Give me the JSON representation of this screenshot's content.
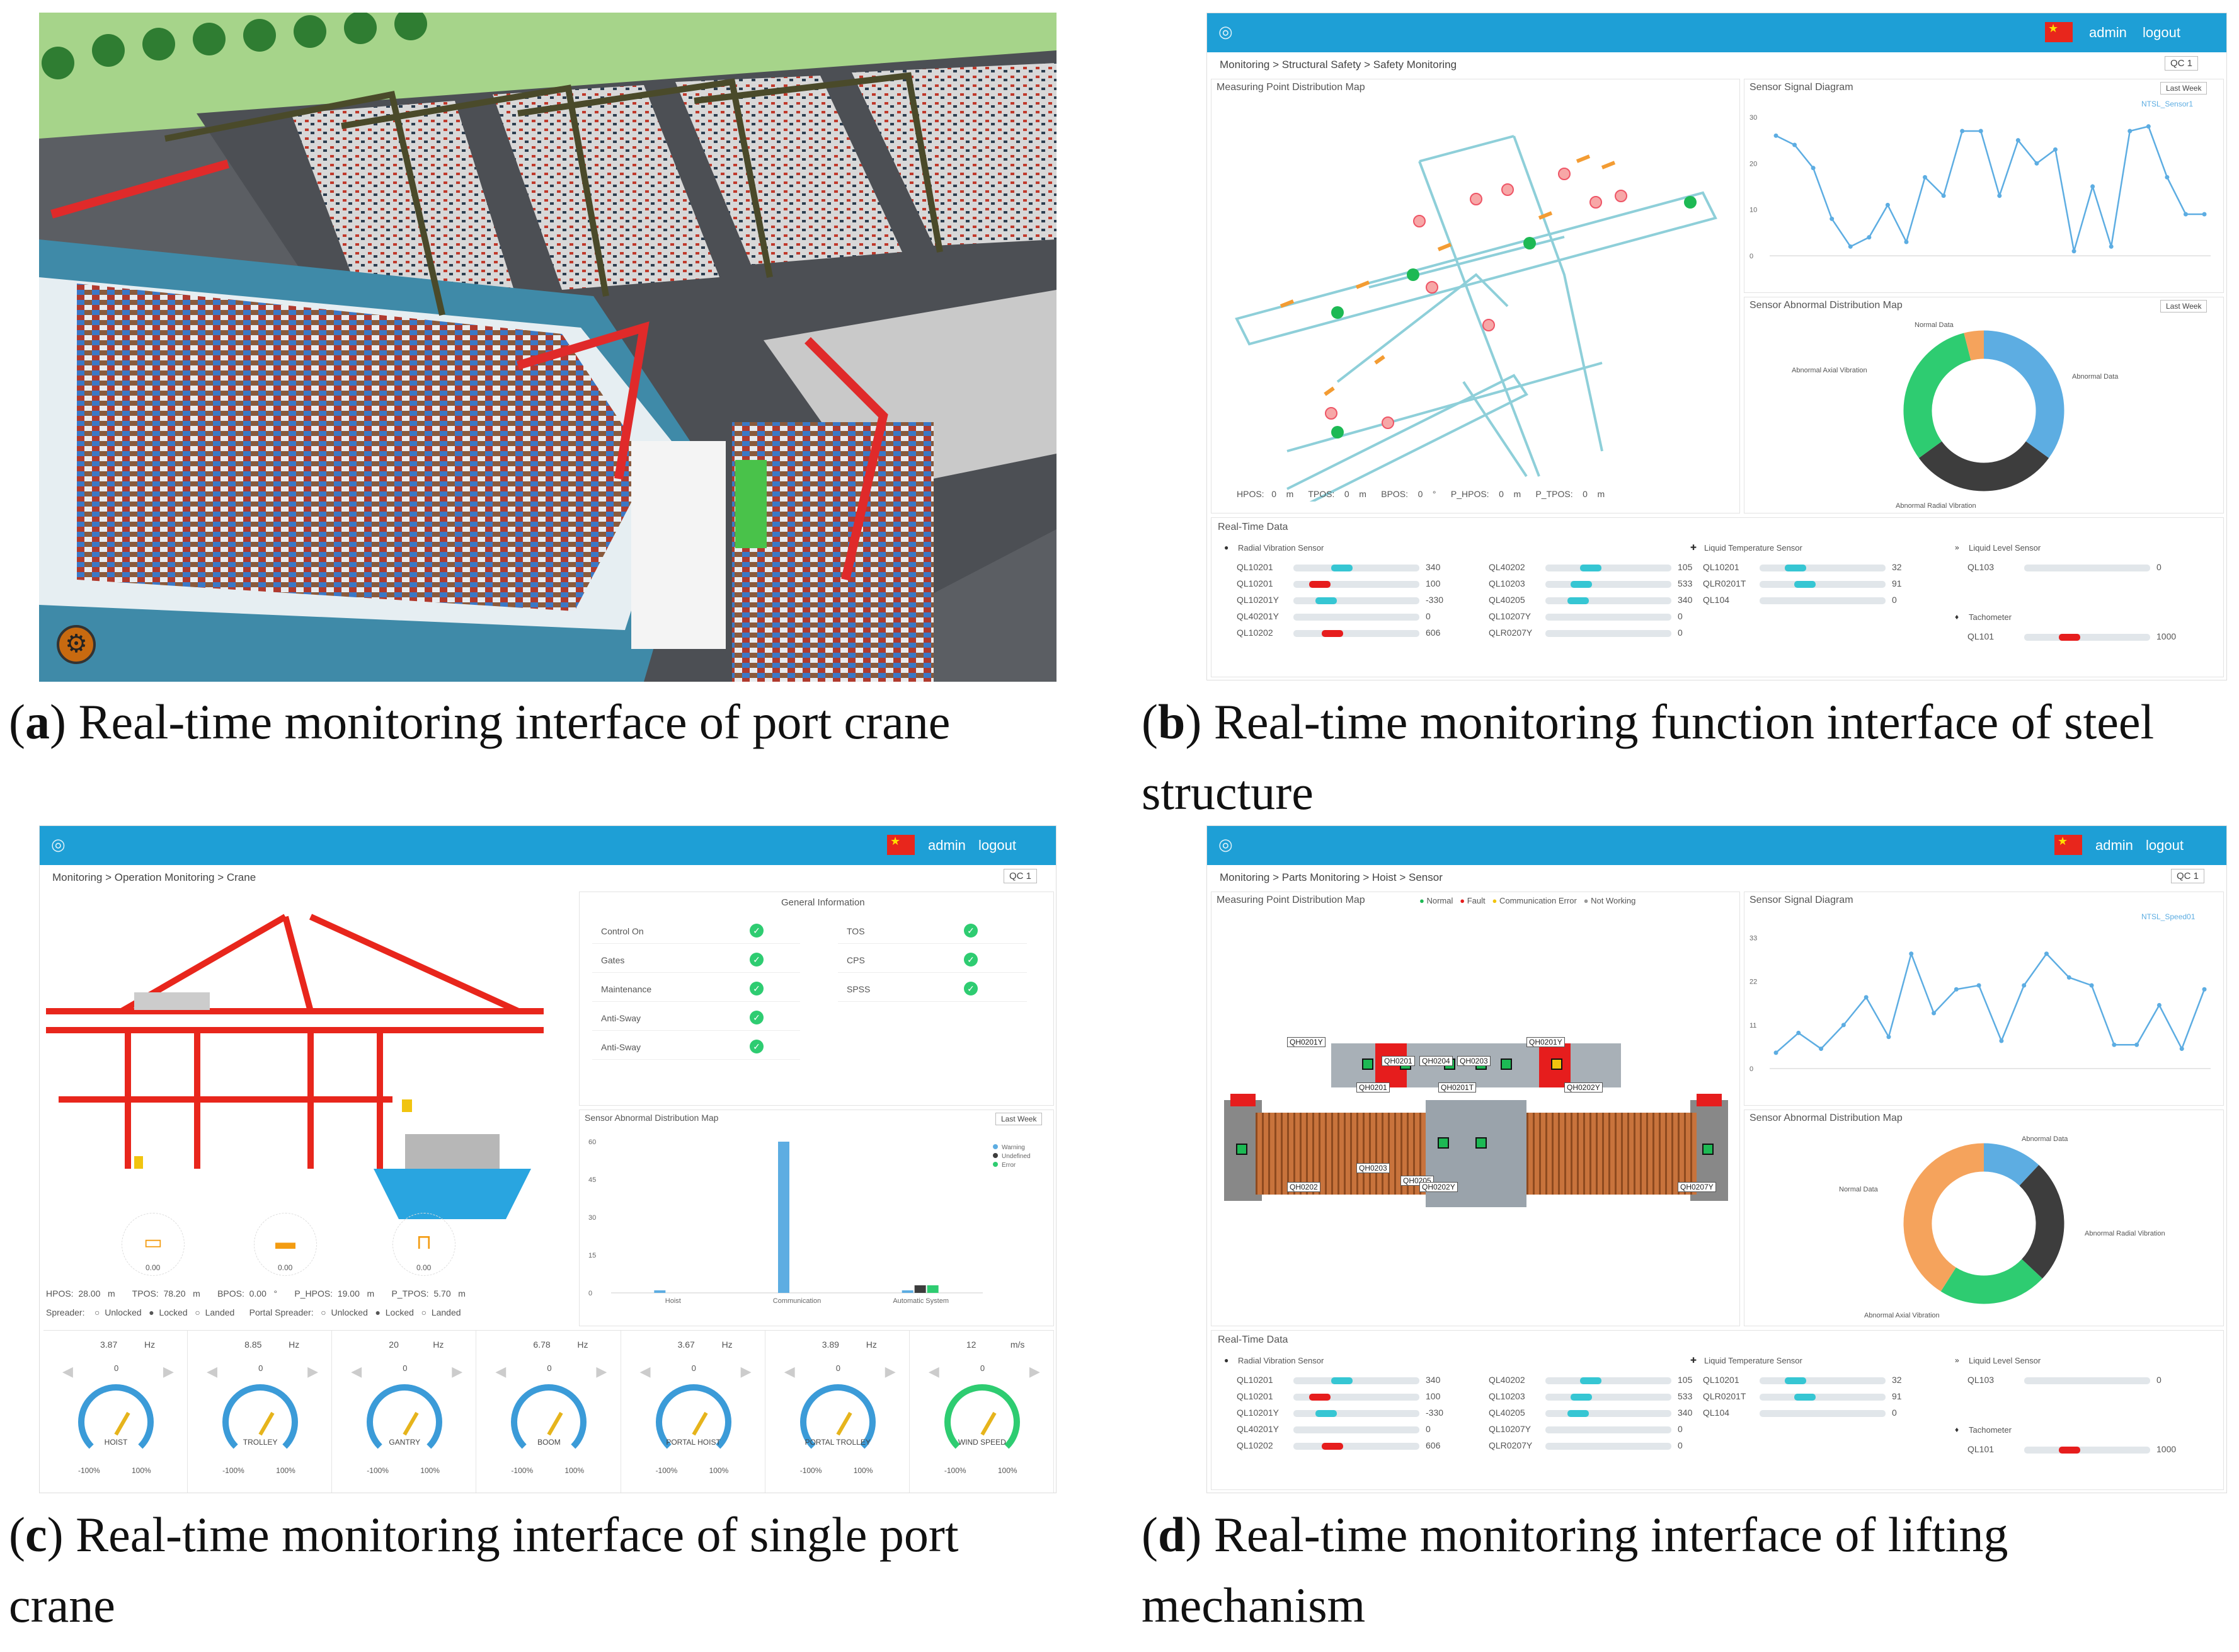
{
  "captions": {
    "a": {
      "letter": "a",
      "text": ") Real-time monitoring interface of port crane"
    },
    "b": {
      "letter": "b",
      "text": ") Real-time monitoring function interface of steel structure"
    },
    "c": {
      "letter": "c",
      "text": ") Real-time monitoring interface of single port crane"
    },
    "d": {
      "letter": "d",
      "text": ") Real-time monitoring interface of lifting mechanism"
    }
  },
  "topbar": {
    "user": "admin",
    "logout": "logout"
  },
  "b": {
    "breadcrumb": "Monitoring  >  Structural Safety  >  Safety Monitoring",
    "crane_select": "QC 1",
    "map_title": "Measuring Point Distribution Map",
    "signal_title": "Sensor Signal Diagram",
    "signal_legend": "NTSL_Sensor1",
    "period": "Last Week",
    "abnormal_title": "Sensor Abnormal Distribution Map",
    "positions": "HPOS:   0    m      TPOS:    0    m      BPOS:    0    °      P_HPOS:    0    m      P_TPOS:    0    m",
    "donut_labels": [
      "Normal Data",
      "Abnormal Data",
      "Abnormal Axial Vibration",
      "Abnormal Radial Vibration"
    ],
    "chart_data": {
      "type": "line",
      "series": [
        {
          "name": "NTSL_Sensor1",
          "values": [
            26,
            24,
            19,
            8,
            2,
            4,
            11,
            3,
            17,
            13,
            27,
            27,
            13,
            25,
            20,
            23,
            1,
            15,
            2,
            27,
            28,
            17,
            9,
            9
          ]
        }
      ],
      "ylim": [
        0,
        30
      ],
      "yticks": [
        "30",
        "20",
        "10",
        "0"
      ]
    },
    "donut": {
      "segments": [
        {
          "label": "Abnormal Data",
          "value": 35,
          "color": "#5dade2"
        },
        {
          "label": "Abnormal Radial Vibration",
          "value": 30,
          "color": "#3d3d3d"
        },
        {
          "label": "Abnormal Axial Vibration",
          "value": 31,
          "color": "#2ecc71"
        },
        {
          "label": "Normal Data",
          "value": 4,
          "color": "#f5a35c"
        }
      ]
    }
  },
  "rt": {
    "title": "Real-Time Data",
    "groups": [
      {
        "name": "Radial Vibration Sensor",
        "rows": [
          {
            "label": "QL10201",
            "v": 0.6,
            "val": "340",
            "c": "#36c6d3"
          },
          {
            "label": "QL10201",
            "v": 0.25,
            "val": "100",
            "c": "#e61d1d"
          },
          {
            "label": "QL10201Y",
            "v": 0.35,
            "val": "-330",
            "c": "#36c6d3"
          },
          {
            "label": "QL40201Y",
            "v": 0,
            "val": "0",
            "c": "#36c6d3"
          },
          {
            "label": "QL10202",
            "v": 0.45,
            "val": "606",
            "c": "#e61d1d"
          }
        ]
      },
      {
        "name": "",
        "rows": [
          {
            "label": "QL40202",
            "v": 0.55,
            "val": "105",
            "c": "#36c6d3"
          },
          {
            "label": "QL10203",
            "v": 0.4,
            "val": "533",
            "c": "#36c6d3"
          },
          {
            "label": "QL40205",
            "v": 0.35,
            "val": "340",
            "c": "#36c6d3"
          },
          {
            "label": "QL10207Y",
            "v": 0,
            "val": "0",
            "c": "#36c6d3"
          },
          {
            "label": "QLR0207Y",
            "v": 0,
            "val": "0",
            "c": "#36c6d3"
          }
        ]
      },
      {
        "name": "Liquid Temperature Sensor",
        "rows": [
          {
            "label": "QL10201",
            "v": 0.4,
            "val": "32",
            "c": "#36c6d3"
          },
          {
            "label": "QLR0201T",
            "v": 0.55,
            "val": "91",
            "c": "#36c6d3"
          },
          {
            "label": "QL104",
            "v": 0,
            "val": "0",
            "c": "#36c6d3"
          }
        ]
      },
      {
        "name": "Liquid Level Sensor",
        "rows": [
          {
            "label": "QL103",
            "v": 0,
            "val": "0",
            "c": "#36c6d3"
          }
        ]
      },
      {
        "name": "Tachometer",
        "rows": [
          {
            "label": "QL101",
            "v": 0.55,
            "val": "1000",
            "c": "#e61d1d"
          }
        ]
      }
    ]
  },
  "c": {
    "breadcrumb": "Monitoring  >  Operation Monitoring  >  Crane",
    "crane_select": "QC 1",
    "general_title": "General Information",
    "status_left": [
      "Control On",
      "Gates",
      "Maintenance",
      "Anti-Sway",
      "Anti-Sway"
    ],
    "status_right": [
      "TOS",
      "CPS",
      "SPSS"
    ],
    "abnormal_title": "Sensor Abnormal Distribution Map",
    "period": "Last Week",
    "legend": [
      "Warning",
      "Undefined",
      "Error"
    ],
    "positions": "HPOS:  28.00   m       TPOS:  78.20   m       BPOS:  0.00   °       P_HPOS:  19.00   m       P_TPOS:  5.70   m",
    "spreader": "Spreader:    ○  Unlocked   ●  Locked   ○  Landed      Portal Spreader:   ○  Unlocked   ●  Locked   ○  Landed",
    "mini_vals": [
      "0.00",
      "0.00",
      "0.00"
    ],
    "chart_data": {
      "type": "bar",
      "categories": [
        "Hoist",
        "Communication",
        "Automatic System"
      ],
      "series": [
        {
          "name": "Warning",
          "values": [
            1,
            60,
            1
          ]
        },
        {
          "name": "Undefined",
          "values": [
            0,
            0,
            3
          ]
        },
        {
          "name": "Error",
          "values": [
            0,
            0,
            3
          ]
        }
      ],
      "ylim": [
        0,
        60
      ],
      "yticks": [
        "60",
        "45",
        "30",
        "15",
        "0"
      ]
    },
    "gauges": [
      {
        "name": "HOIST",
        "top": "3.87",
        "unit": "Hz",
        "mid": "0"
      },
      {
        "name": "TROLLEY",
        "top": "8.85",
        "unit": "Hz",
        "mid": "0"
      },
      {
        "name": "GANTRY",
        "top": "20",
        "unit": "Hz",
        "mid": "0"
      },
      {
        "name": "BOOM",
        "top": "6.78",
        "unit": "Hz",
        "mid": "0"
      },
      {
        "name": "PORTAL HOIST",
        "top": "3.67",
        "unit": "Hz",
        "mid": "0"
      },
      {
        "name": "PORTAL TROLLEY",
        "top": "3.89",
        "unit": "Hz",
        "mid": "0"
      },
      {
        "name": "WIND SPEED",
        "top": "12",
        "unit": "m/s",
        "mid": "0"
      }
    ],
    "gauge_range": [
      "-100%",
      "100%"
    ]
  },
  "d": {
    "breadcrumb": "Monitoring  >  Parts Monitoring  >  Hoist  >  Sensor",
    "crane_select": "QC 1",
    "map_title": "Measuring Point Distribution Map",
    "map_legend": [
      "Normal",
      "Fault",
      "Communication Error",
      "Not Working"
    ],
    "signal_title": "Sensor Signal Diagram",
    "signal_legend": "NTSL_Speed01",
    "abnormal_title": "Sensor Abnormal Distribution Map",
    "sensor_labels": [
      "QH0201Y",
      "QH0201Y",
      "QH0201",
      "QH0201T",
      "QH0202Y",
      "QH0203",
      "QH0205",
      "QH0202",
      "QH0202Y",
      "QH0207Y",
      "QH0201",
      "QH0204",
      "QH0203"
    ],
    "donut_labels": [
      "Abnormal Data",
      "Normal Data",
      "Abnormal Radial Vibration",
      "Abnormal Axial Vibration"
    ],
    "chart_data": {
      "type": "line",
      "series": [
        {
          "name": "NTSL_Speed01",
          "values": [
            4,
            9,
            5,
            11,
            18,
            8,
            29,
            14,
            20,
            21,
            7,
            21,
            29,
            23,
            21,
            6,
            6,
            16,
            5,
            20
          ]
        }
      ],
      "ylim": [
        0,
        35
      ],
      "yticks": [
        "33",
        "22",
        "11",
        "0"
      ]
    },
    "donut": {
      "segments": [
        {
          "label": "Abnormal Data",
          "value": 12,
          "color": "#5dade2"
        },
        {
          "label": "Abnormal Radial Vibration",
          "value": 25,
          "color": "#3d3d3d"
        },
        {
          "label": "Abnormal Axial Vibration",
          "value": 22,
          "color": "#2ecc71"
        },
        {
          "label": "Normal Data",
          "value": 41,
          "color": "#f5a35c"
        }
      ]
    }
  },
  "colors": {
    "accent": "#1e9fd6",
    "crane": "#e8261c",
    "ok": "#2ecc71"
  }
}
